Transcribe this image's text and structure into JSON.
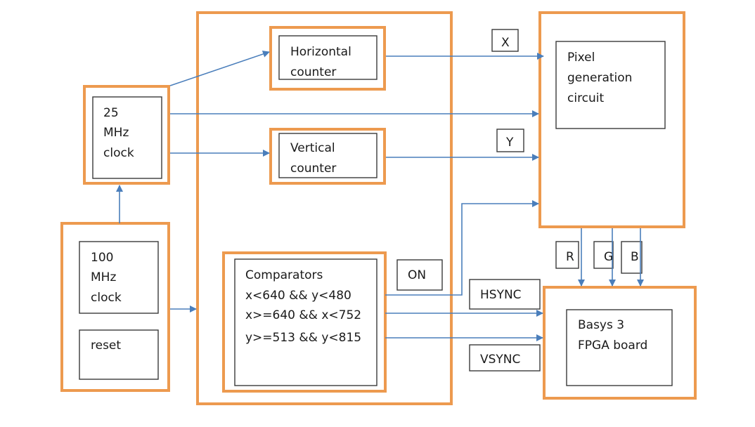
{
  "diagram": {
    "colors": {
      "block_border": "#ED9A4F",
      "inner_border": "#3a3a3a",
      "wire": "#4A7EBB"
    },
    "blocks": {
      "clock25": [
        "25",
        "MHz",
        "clock"
      ],
      "clock100": [
        "100",
        "MHz",
        "clock"
      ],
      "reset": [
        "reset"
      ],
      "hcounter": [
        "Horizontal",
        "counter"
      ],
      "vcounter": [
        "Vertical",
        "counter"
      ],
      "comparators": [
        "Comparators",
        "x<640 && y<480",
        "x>=640 && x<752",
        "y>=513 && y<815"
      ],
      "pixelgen": [
        "Pixel",
        "generation",
        "circuit"
      ],
      "basys": [
        "Basys 3",
        "FPGA board"
      ]
    },
    "signals": {
      "x": "X",
      "y": "Y",
      "on": "ON",
      "hsync": "HSYNC",
      "vsync": "VSYNC",
      "r": "R",
      "g": "G",
      "b": "B"
    }
  }
}
